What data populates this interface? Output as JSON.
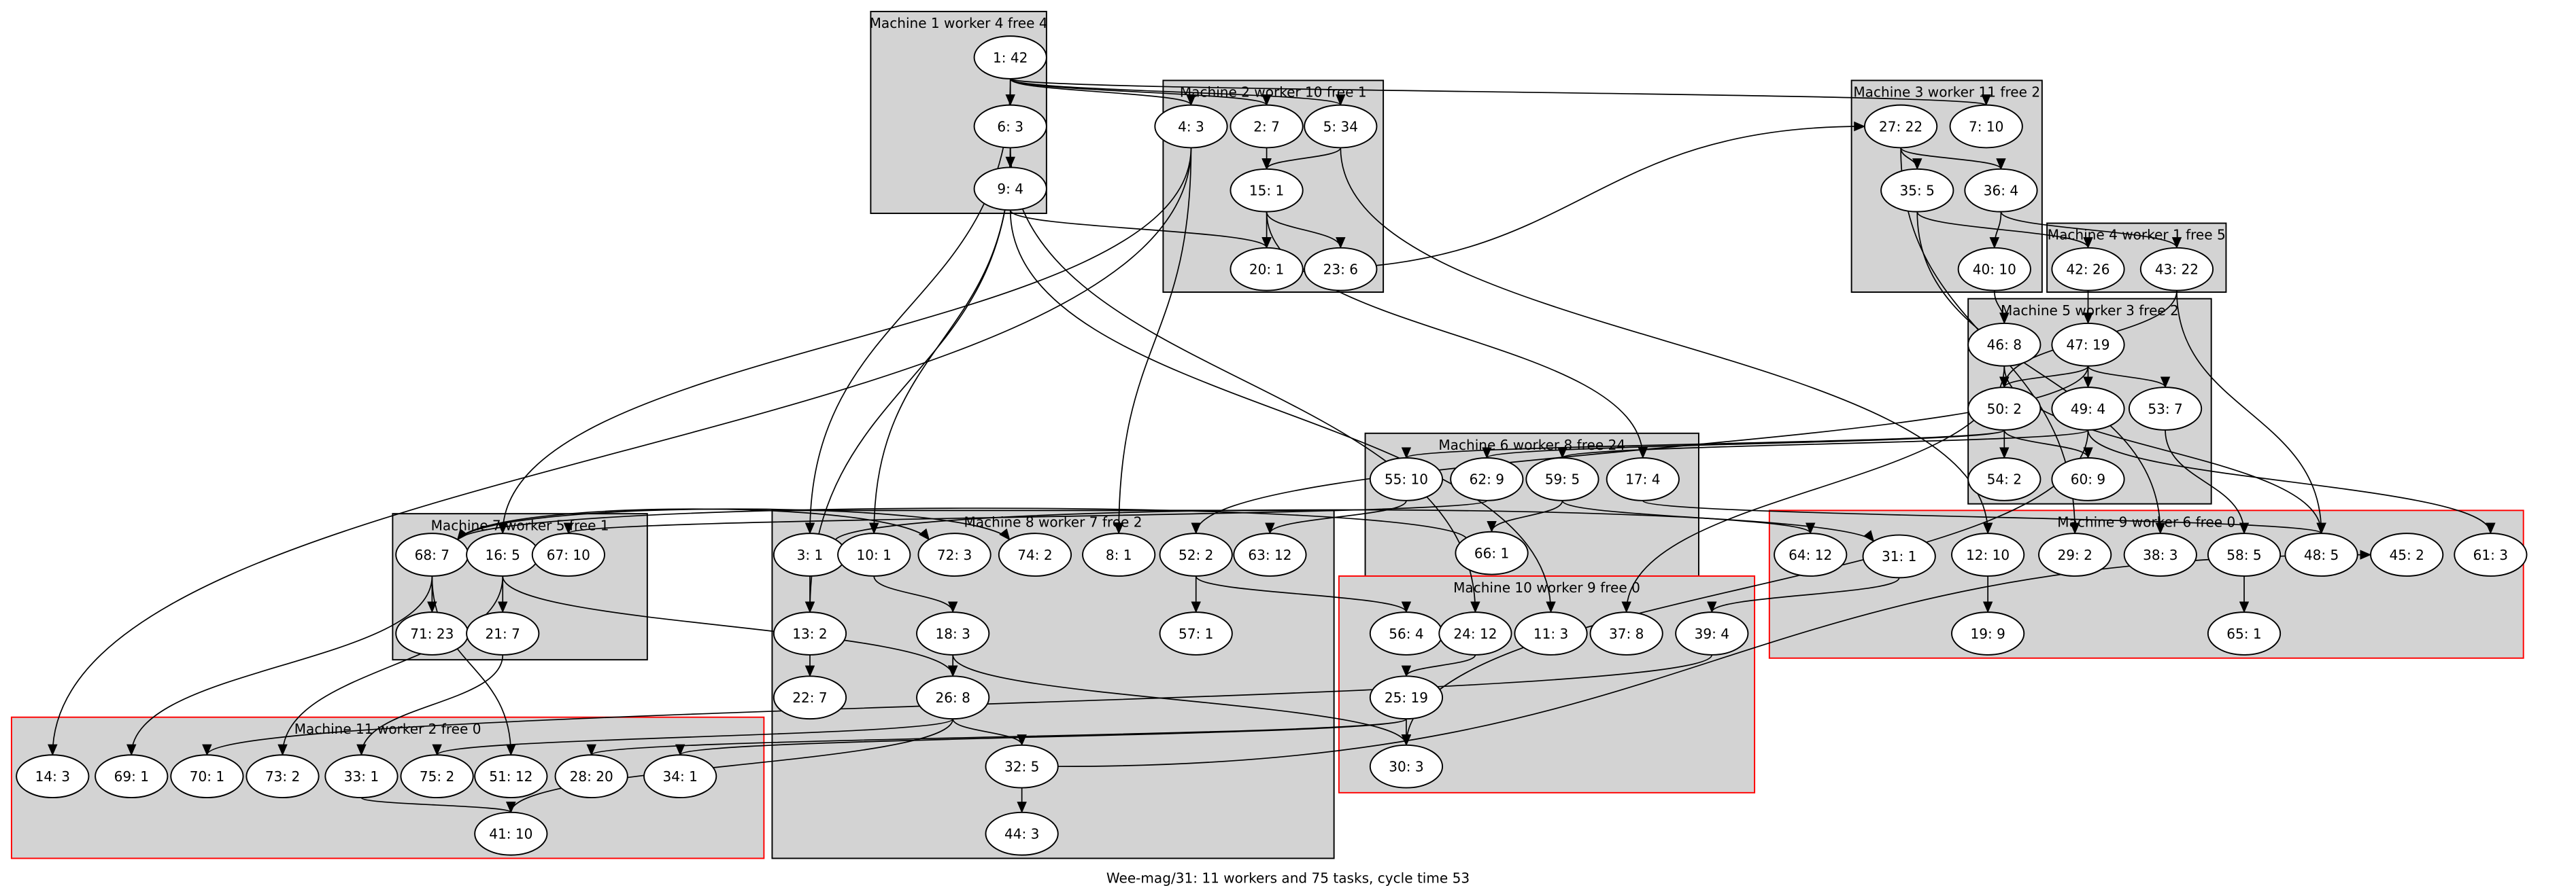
{
  "caption": "Wee-mag/31: 11 workers and 75 tasks, cycle time 53",
  "colors": {
    "cluster_fill": "#d3d3d3",
    "cluster_border": "#000000",
    "overloaded_border": "#ff0000",
    "node_fill": "#ffffff"
  },
  "clusters": [
    {
      "id": "m1",
      "title": "Machine 1 worker 4 free 4",
      "overloaded": false
    },
    {
      "id": "m2",
      "title": "Machine 2 worker 10 free 1",
      "overloaded": false
    },
    {
      "id": "m3",
      "title": "Machine 3 worker 11 free 2",
      "overloaded": false
    },
    {
      "id": "m4",
      "title": "Machine 4 worker 1 free 5",
      "overloaded": false
    },
    {
      "id": "m5",
      "title": "Machine 5 worker 3 free 2",
      "overloaded": false
    },
    {
      "id": "m6",
      "title": "Machine 6 worker 8 free 24",
      "overloaded": false
    },
    {
      "id": "m7",
      "title": "Machine 7 worker 5 free 1",
      "overloaded": false
    },
    {
      "id": "m8",
      "title": "Machine 8 worker 7 free 2",
      "overloaded": false
    },
    {
      "id": "m9",
      "title": "Machine 9 worker 6 free 0",
      "overloaded": true
    },
    {
      "id": "m10",
      "title": "Machine 10 worker 9 free 0",
      "overloaded": true
    },
    {
      "id": "m11",
      "title": "Machine 11 worker 2 free 0",
      "overloaded": true
    }
  ],
  "nodes": [
    {
      "id": "1",
      "label": "1: 42"
    },
    {
      "id": "6",
      "label": "6: 3"
    },
    {
      "id": "9",
      "label": "9: 4"
    },
    {
      "id": "4",
      "label": "4: 3"
    },
    {
      "id": "2",
      "label": "2: 7"
    },
    {
      "id": "5",
      "label": "5: 34"
    },
    {
      "id": "15",
      "label": "15: 1"
    },
    {
      "id": "20",
      "label": "20: 1"
    },
    {
      "id": "23",
      "label": "23: 6"
    },
    {
      "id": "27",
      "label": "27: 22"
    },
    {
      "id": "7",
      "label": "7: 10"
    },
    {
      "id": "35",
      "label": "35: 5"
    },
    {
      "id": "36",
      "label": "36: 4"
    },
    {
      "id": "40",
      "label": "40: 10"
    },
    {
      "id": "42",
      "label": "42: 26"
    },
    {
      "id": "43",
      "label": "43: 22"
    },
    {
      "id": "46",
      "label": "46: 8"
    },
    {
      "id": "47",
      "label": "47: 19"
    },
    {
      "id": "50",
      "label": "50: 2"
    },
    {
      "id": "49",
      "label": "49: 4"
    },
    {
      "id": "53",
      "label": "53: 7"
    },
    {
      "id": "54",
      "label": "54: 2"
    },
    {
      "id": "60",
      "label": "60: 9"
    },
    {
      "id": "55",
      "label": "55: 10"
    },
    {
      "id": "62",
      "label": "62: 9"
    },
    {
      "id": "59",
      "label": "59: 5"
    },
    {
      "id": "17",
      "label": "17: 4"
    },
    {
      "id": "66",
      "label": "66: 1"
    },
    {
      "id": "68",
      "label": "68: 7"
    },
    {
      "id": "16",
      "label": "16: 5"
    },
    {
      "id": "67",
      "label": "67: 10"
    },
    {
      "id": "71",
      "label": "71: 23"
    },
    {
      "id": "21",
      "label": "21: 7"
    },
    {
      "id": "3",
      "label": "3: 1"
    },
    {
      "id": "10",
      "label": "10: 1"
    },
    {
      "id": "72",
      "label": "72: 3"
    },
    {
      "id": "74",
      "label": "74: 2"
    },
    {
      "id": "8",
      "label": "8: 1"
    },
    {
      "id": "52",
      "label": "52: 2"
    },
    {
      "id": "63",
      "label": "63: 12"
    },
    {
      "id": "13",
      "label": "13: 2"
    },
    {
      "id": "18",
      "label": "18: 3"
    },
    {
      "id": "57",
      "label": "57: 1"
    },
    {
      "id": "22",
      "label": "22: 7"
    },
    {
      "id": "26",
      "label": "26: 8"
    },
    {
      "id": "32",
      "label": "32: 5"
    },
    {
      "id": "44",
      "label": "44: 3"
    },
    {
      "id": "64",
      "label": "64: 12"
    },
    {
      "id": "31",
      "label": "31: 1"
    },
    {
      "id": "12",
      "label": "12: 10"
    },
    {
      "id": "29",
      "label": "29: 2"
    },
    {
      "id": "38",
      "label": "38: 3"
    },
    {
      "id": "58",
      "label": "58: 5"
    },
    {
      "id": "48",
      "label": "48: 5"
    },
    {
      "id": "45",
      "label": "45: 2"
    },
    {
      "id": "61",
      "label": "61: 3"
    },
    {
      "id": "19",
      "label": "19: 9"
    },
    {
      "id": "65",
      "label": "65: 1"
    },
    {
      "id": "56",
      "label": "56: 4"
    },
    {
      "id": "24",
      "label": "24: 12"
    },
    {
      "id": "11",
      "label": "11: 3"
    },
    {
      "id": "37",
      "label": "37: 8"
    },
    {
      "id": "39",
      "label": "39: 4"
    },
    {
      "id": "25",
      "label": "25: 19"
    },
    {
      "id": "30",
      "label": "30: 3"
    },
    {
      "id": "14",
      "label": "14: 3"
    },
    {
      "id": "69",
      "label": "69: 1"
    },
    {
      "id": "70",
      "label": "70: 1"
    },
    {
      "id": "73",
      "label": "73: 2"
    },
    {
      "id": "33",
      "label": "33: 1"
    },
    {
      "id": "75",
      "label": "75: 2"
    },
    {
      "id": "51",
      "label": "51: 12"
    },
    {
      "id": "28",
      "label": "28: 20"
    },
    {
      "id": "34",
      "label": "34: 1"
    },
    {
      "id": "41",
      "label": "41: 10"
    }
  ],
  "edges": [
    [
      "1",
      "6"
    ],
    [
      "1",
      "4"
    ],
    [
      "1",
      "2"
    ],
    [
      "1",
      "5"
    ],
    [
      "1",
      "7"
    ],
    [
      "1",
      "3"
    ],
    [
      "6",
      "9"
    ],
    [
      "6",
      "13"
    ],
    [
      "6",
      "10"
    ],
    [
      "6",
      "24"
    ],
    [
      "9",
      "20"
    ],
    [
      "9",
      "11"
    ],
    [
      "4",
      "14"
    ],
    [
      "4",
      "8"
    ],
    [
      "4",
      "16"
    ],
    [
      "2",
      "15"
    ],
    [
      "5",
      "15"
    ],
    [
      "5",
      "12"
    ],
    [
      "15",
      "20"
    ],
    [
      "15",
      "23"
    ],
    [
      "15",
      "17"
    ],
    [
      "20",
      "27"
    ],
    [
      "27",
      "35"
    ],
    [
      "27",
      "36"
    ],
    [
      "27",
      "29"
    ],
    [
      "35",
      "42"
    ],
    [
      "35",
      "38"
    ],
    [
      "36",
      "40"
    ],
    [
      "36",
      "43"
    ],
    [
      "40",
      "46"
    ],
    [
      "42",
      "47"
    ],
    [
      "43",
      "50"
    ],
    [
      "43",
      "48"
    ],
    [
      "47",
      "50"
    ],
    [
      "47",
      "49"
    ],
    [
      "47",
      "53"
    ],
    [
      "47",
      "52"
    ],
    [
      "46",
      "37"
    ],
    [
      "46",
      "48"
    ],
    [
      "50",
      "54"
    ],
    [
      "50",
      "60"
    ],
    [
      "50",
      "55"
    ],
    [
      "50",
      "62"
    ],
    [
      "49",
      "59"
    ],
    [
      "49",
      "61"
    ],
    [
      "49",
      "30"
    ],
    [
      "53",
      "58"
    ],
    [
      "58",
      "65"
    ],
    [
      "12",
      "19"
    ],
    [
      "55",
      "63"
    ],
    [
      "62",
      "67"
    ],
    [
      "59",
      "66"
    ],
    [
      "59",
      "64"
    ],
    [
      "17",
      "48"
    ],
    [
      "66",
      "68"
    ],
    [
      "68",
      "71"
    ],
    [
      "16",
      "21"
    ],
    [
      "68",
      "69"
    ],
    [
      "68",
      "51"
    ],
    [
      "16",
      "26"
    ],
    [
      "16",
      "73"
    ],
    [
      "3",
      "13"
    ],
    [
      "3",
      "31"
    ],
    [
      "10",
      "18"
    ],
    [
      "18",
      "26"
    ],
    [
      "18",
      "30"
    ],
    [
      "13",
      "22"
    ],
    [
      "26",
      "32"
    ],
    [
      "26",
      "41"
    ],
    [
      "26",
      "75"
    ],
    [
      "32",
      "44"
    ],
    [
      "32",
      "45"
    ],
    [
      "52",
      "57"
    ],
    [
      "52",
      "56"
    ],
    [
      "21",
      "33"
    ],
    [
      "33",
      "41"
    ],
    [
      "24",
      "25"
    ],
    [
      "25",
      "30"
    ],
    [
      "25",
      "28"
    ],
    [
      "25",
      "34"
    ],
    [
      "39",
      "70"
    ],
    [
      "31",
      "39"
    ],
    [
      "68",
      "72"
    ],
    [
      "68",
      "74"
    ]
  ]
}
